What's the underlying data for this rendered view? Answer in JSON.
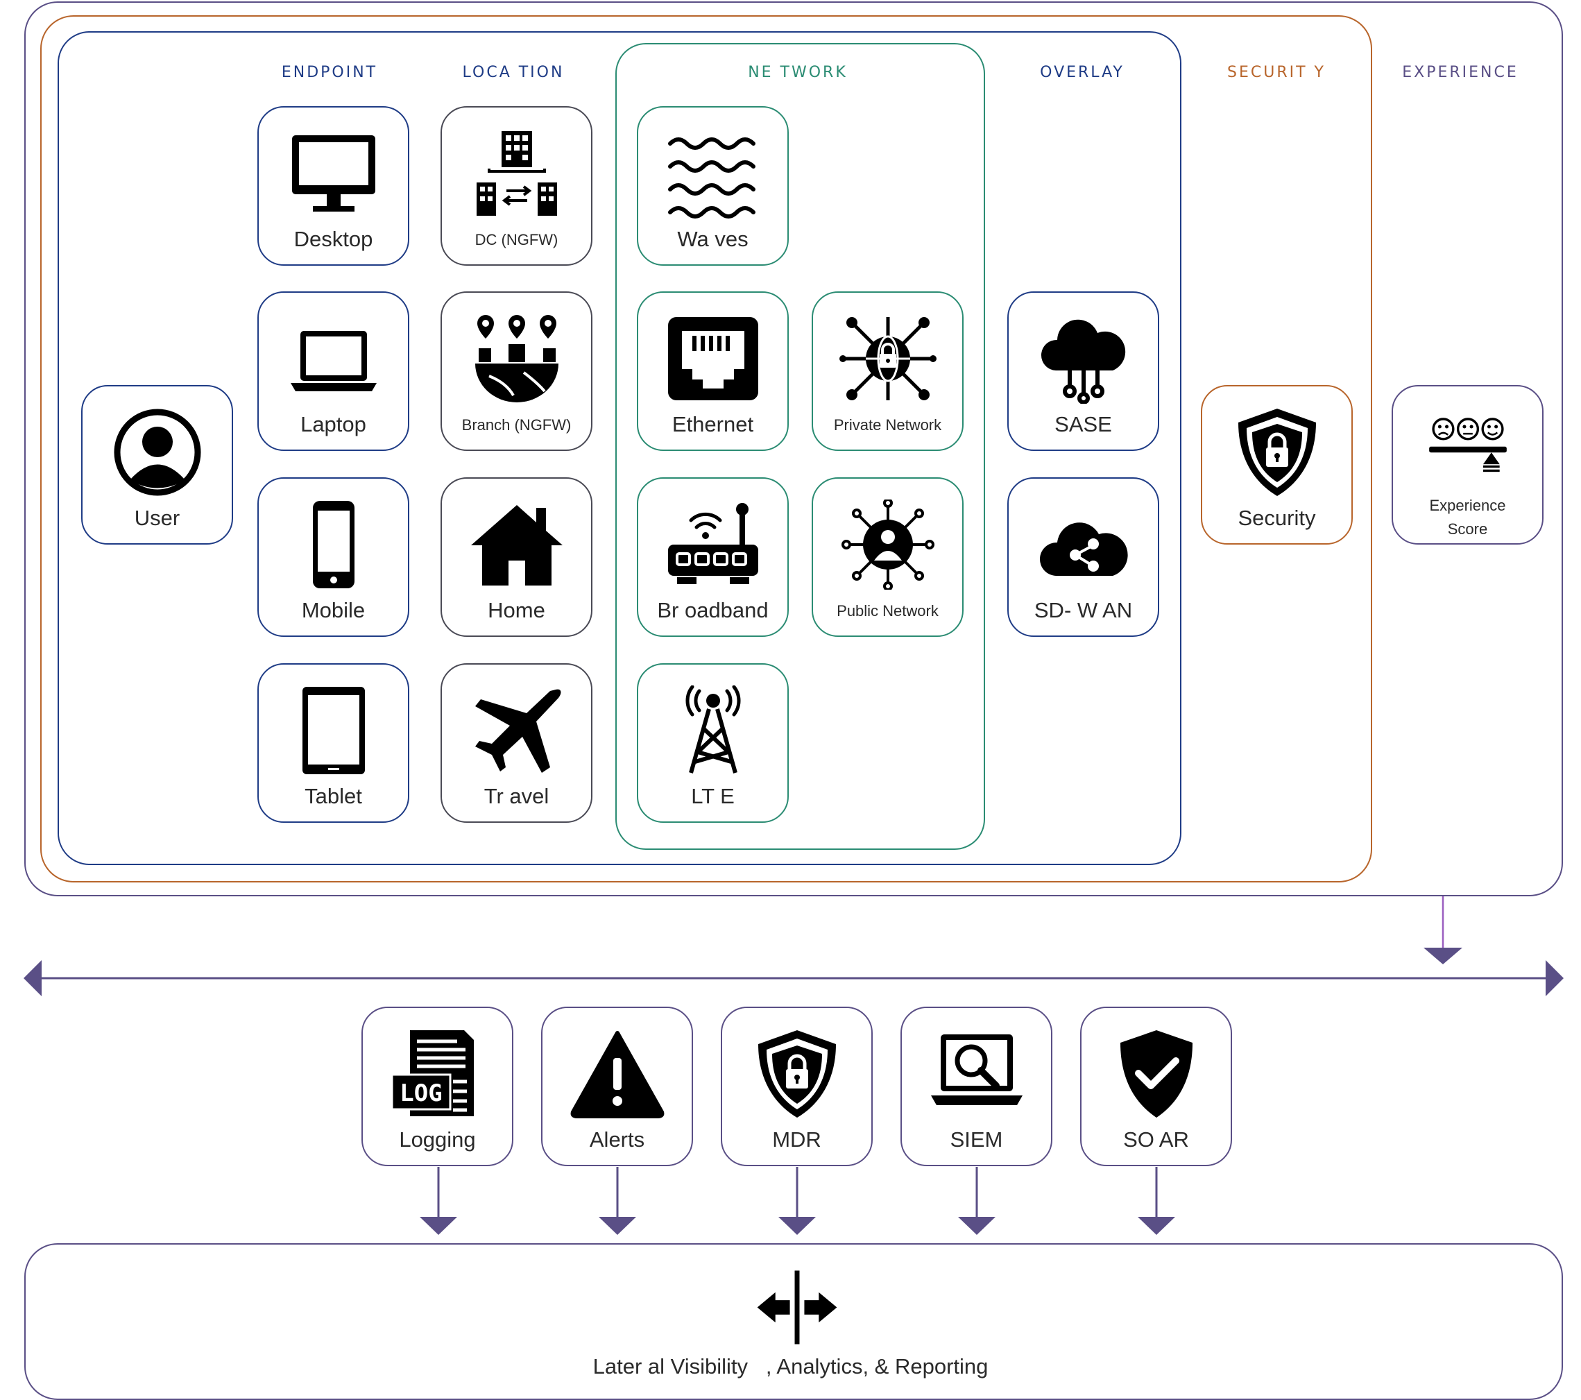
{
  "headers": {
    "endpoint": "ENDPOINT",
    "location": "LOCA TION",
    "network": "NE TWORK",
    "overlay": "OVERLAY",
    "security": "SECURIT Y",
    "experience": "EXPERIENCE"
  },
  "user": {
    "label": "User",
    "icon": "user-icon"
  },
  "endpoint": [
    {
      "label": "Desktop",
      "icon": "desktop-icon"
    },
    {
      "label": "Laptop",
      "icon": "laptop-icon"
    },
    {
      "label": "Mobile",
      "icon": "mobile-icon"
    },
    {
      "label": "Tablet",
      "icon": "tablet-icon"
    }
  ],
  "location": [
    {
      "label": "DC (NGFW)",
      "icon": "datacenter-icon"
    },
    {
      "label": "Branch (NGFW)",
      "icon": "branch-icon"
    },
    {
      "label": "Home",
      "icon": "home-icon"
    },
    {
      "label": "Tr avel",
      "icon": "airplane-icon"
    }
  ],
  "network": [
    {
      "label": "Wa ves",
      "icon": "waves-icon"
    },
    {
      "label": "Ethernet",
      "icon": "ethernet-icon"
    },
    {
      "label": "Private Network",
      "icon": "private-network-icon"
    },
    {
      "label": "Br oadband",
      "icon": "router-icon"
    },
    {
      "label": "Public Network",
      "icon": "public-network-icon"
    },
    {
      "label": "LT E",
      "icon": "cell-tower-icon"
    }
  ],
  "overlay": [
    {
      "label": "SASE",
      "icon": "cloud-network-icon"
    },
    {
      "label": "SD- W AN",
      "icon": "cloud-share-icon"
    }
  ],
  "security": {
    "label": "Security",
    "icon": "shield-lock-icon"
  },
  "experience": {
    "label": "Experience Score",
    "icon": "experience-score-icon"
  },
  "services": [
    {
      "label": "Logging",
      "icon": "log-icon"
    },
    {
      "label": "Alerts",
      "icon": "alert-icon"
    },
    {
      "label": "MDR",
      "icon": "shield-lock-icon"
    },
    {
      "label": "SIEM",
      "icon": "laptop-search-icon"
    },
    {
      "label": "SO AR",
      "icon": "shield-check-icon"
    }
  ],
  "footer": {
    "label": "Later al Visibility   , Analytics, & Reporting",
    "icon": "lateral-arrows-icon"
  },
  "colors": {
    "blue": "#1f3c86",
    "grey": "#4a4a55",
    "green": "#2b8c73",
    "orange": "#b8652b",
    "purple": "#5a4f86",
    "arrow": "#5a4f86"
  }
}
